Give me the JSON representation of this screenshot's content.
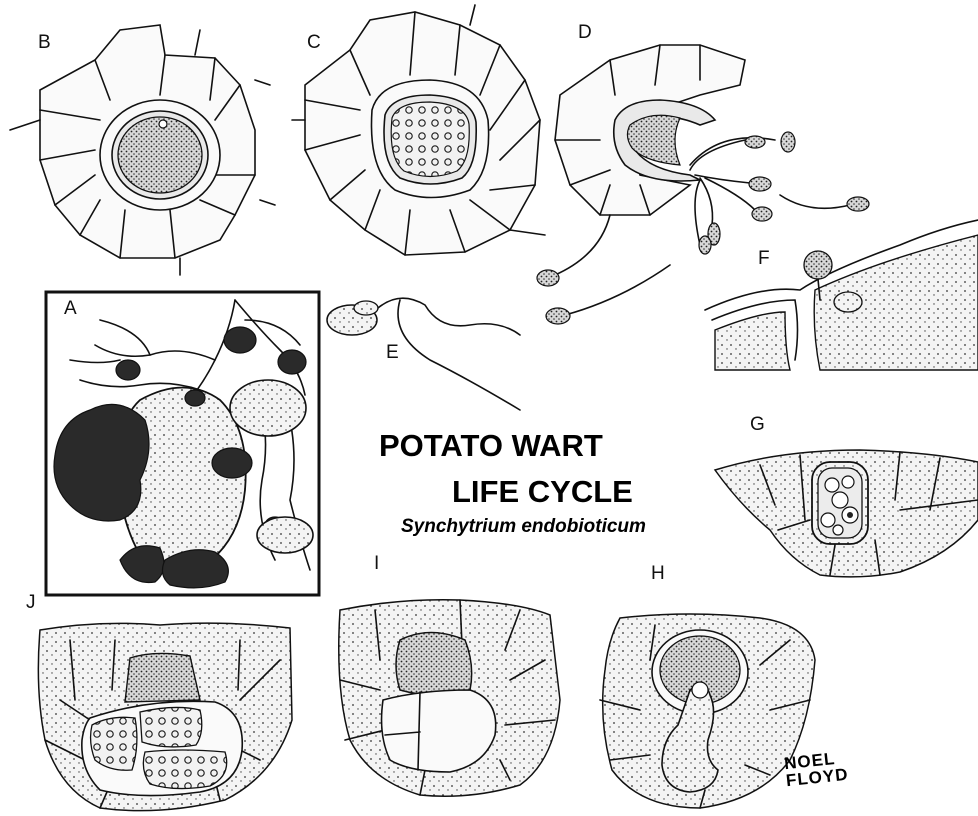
{
  "title_line1": "POTATO WART",
  "title_line2": "LIFE CYCLE",
  "species": "Synchytrium endobioticum",
  "signature_line1": "NOEL",
  "signature_line2": "FLOYD",
  "panels": {
    "a": "A",
    "b": "B",
    "c": "C",
    "d": "D",
    "e": "E",
    "f": "F",
    "g": "G",
    "h": "H",
    "i": "I",
    "j": "J"
  }
}
